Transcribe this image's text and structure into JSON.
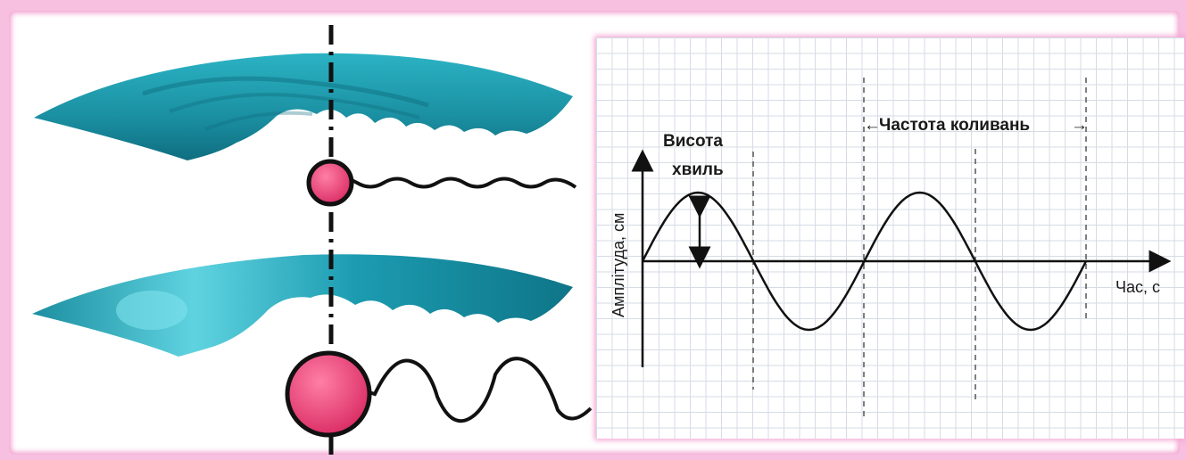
{
  "labels": {
    "wave_height_line1": "Висота",
    "wave_height_line2": "хвиль",
    "oscillation_frequency": "Частота коливань",
    "y_axis": "Амплітуда, см",
    "x_axis": "Час, с"
  },
  "colors": {
    "background_pink": "#f7bfe0",
    "wave_teal": "#1f9fb0",
    "ball_pink": "#e8386f",
    "line_black": "#111111"
  },
  "icons": {
    "wave_crest": "wave-icon",
    "ball": "ball-icon"
  }
}
